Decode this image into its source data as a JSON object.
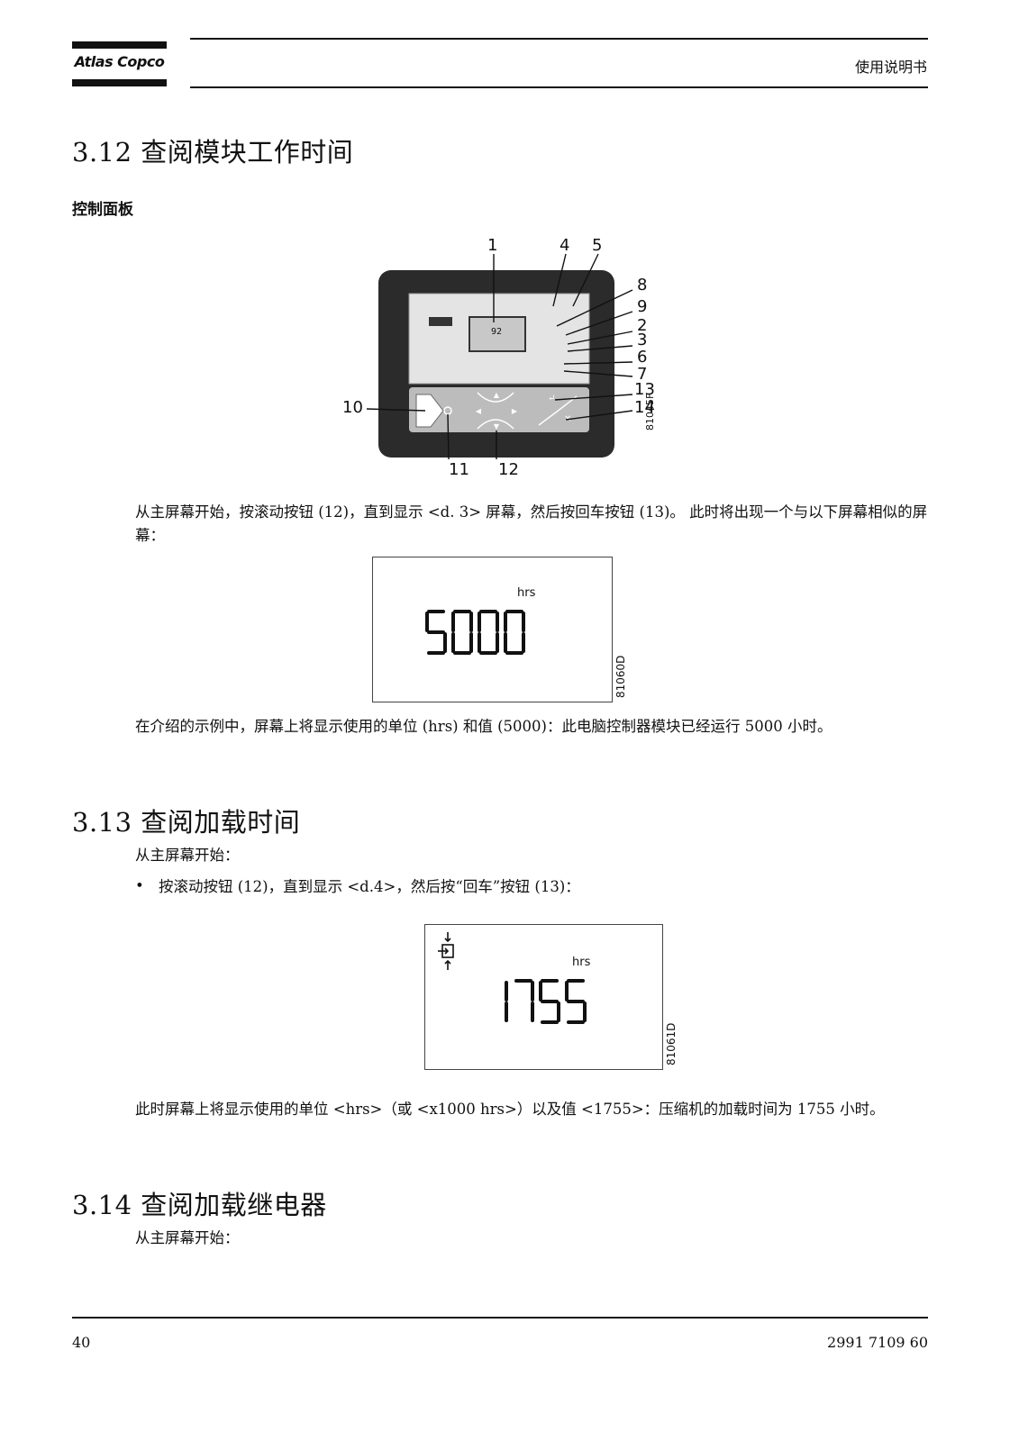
{
  "header": {
    "brand": "Atlas Copco",
    "title": "使用说明书"
  },
  "sections": [
    {
      "title": "3.12  查阅模块工作时间",
      "subheading": "控制面板",
      "para1": "从主屏幕开始，按滚动按钮 (12)，直到显示 <d. 3> 屏幕，然后按回车按钮 (13)。 此时将出现一个与以下屏幕相似的屏幕：",
      "para2": "在介绍的示例中，屏幕上将显示使用的单位 (hrs) 和值 (5000)：此电脑控制器模块已经运行 5000 小时。"
    },
    {
      "title": "3.13  查阅加载时间",
      "intro": "从主屏幕开始：",
      "bullet": "按滚动按钮 (12)，直到显示 <d.4>，然后按“回车”按钮 (13)：",
      "para": "此时屏幕上将显示使用的单位 <hrs>（或 <x1000 hrs>）以及值 <1755>：压缩机的加载时间为 1755 小时。"
    },
    {
      "title": "3.14  查阅加载继电器",
      "intro": "从主屏幕开始："
    }
  ],
  "panel": {
    "code": "81045F",
    "display_value": "92",
    "callouts": [
      "1",
      "4",
      "5",
      "8",
      "9",
      "2",
      "3",
      "6",
      "7",
      "13",
      "14",
      "10",
      "11",
      "12"
    ]
  },
  "displays": [
    {
      "value": "5000",
      "unit": "hrs",
      "code": "81060D"
    },
    {
      "value": "1755",
      "unit": "hrs",
      "code": "81061D"
    }
  ],
  "footer": {
    "page": "40",
    "doc_number": "2991 7109 60"
  }
}
